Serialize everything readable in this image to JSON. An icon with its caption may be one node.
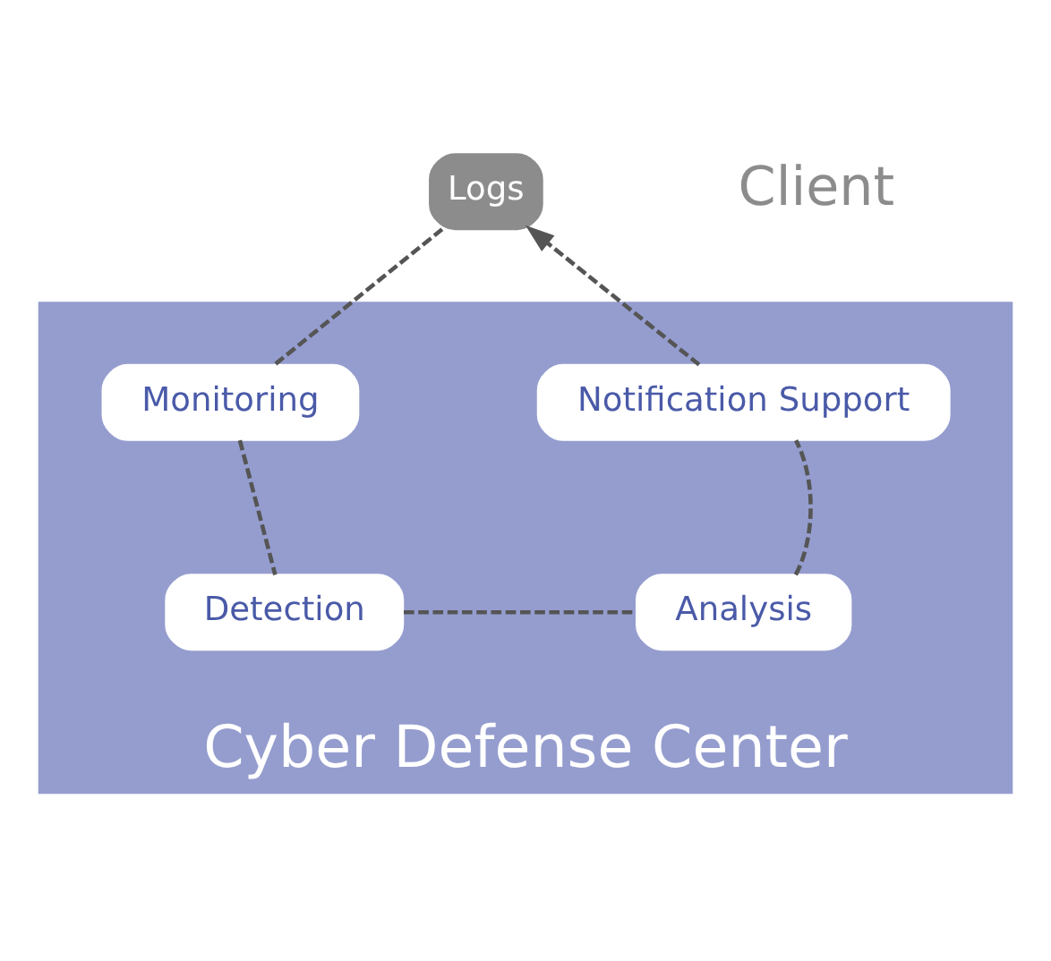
{
  "diagram": {
    "nodes": [
      {
        "text": [
          "Logs"
        ]
      },
      {
        "text": [
          "Cyber Defense Center"
        ]
      },
      {
        "text": [
          "Notification Support"
        ],
        "in": 1
      },
      {
        "text": [
          "Monitoring"
        ],
        "in": 1
      },
      {
        "text": [
          "Analysis"
        ],
        "in": 1
      },
      {
        "text": [
          "Detection"
        ],
        "in": 1
      }
    ],
    "edges": [
      {
        "from": 0,
        "to": 3,
        "arrow": "none",
        "style": "dashed"
      },
      {
        "from": 3,
        "to": 5,
        "arrow": "none",
        "style": "dashed"
      },
      {
        "from": 5,
        "to": 4,
        "arrow": "none",
        "style": "dashed"
      },
      {
        "from": 4,
        "to": 2,
        "arrow": "none",
        "style": "dashed"
      },
      {
        "from": 2,
        "to": 0,
        "arrow": "to",
        "style": "dashed"
      }
    ],
    "labels": [
      "Client"
    ]
  }
}
